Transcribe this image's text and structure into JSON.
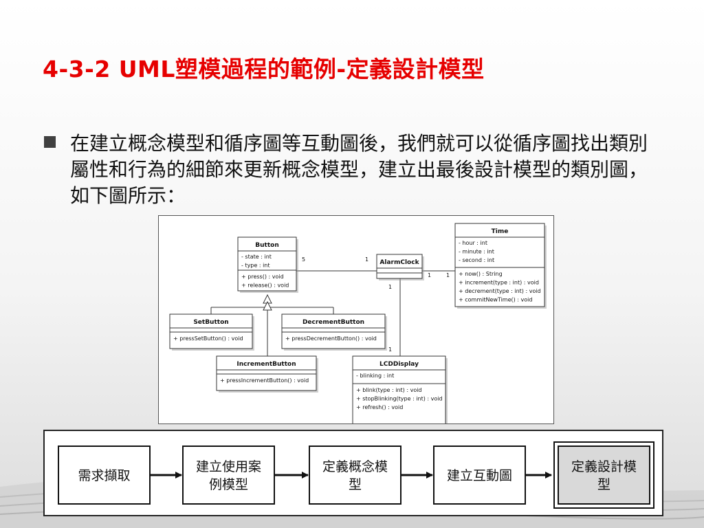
{
  "slide": {
    "title": "4-3-2 UML塑模過程的範例-定義設計模型",
    "bullet": "在建立概念模型和循序圖等互動圖後，我們就可以從循序圖找出類別屬性和行為的細節來更新概念模型，建立出最後設計模型的類別圖，如下圖所示："
  },
  "uml": {
    "classes": {
      "button": {
        "name": "Button",
        "attributes": [
          "- state : int",
          "- type : int"
        ],
        "operations": [
          "+ press() : void",
          "+ release() : void"
        ]
      },
      "alarmclock": {
        "name": "AlarmClock",
        "attributes": [],
        "operations": []
      },
      "time": {
        "name": "Time",
        "attributes": [
          "- hour : int",
          "- minute : int",
          "- second : int"
        ],
        "operations": [
          "+ now() : String",
          "+ increment(type : int) : void",
          "+ decrement(type : int) : void",
          "+ commitNewTime() : void"
        ]
      },
      "setbutton": {
        "name": "SetButton",
        "attributes": [],
        "operations": [
          "+ pressSetButton() : void"
        ]
      },
      "decrementbutton": {
        "name": "DecrementButton",
        "attributes": [],
        "operations": [
          "+ pressDecrementButton() : void"
        ]
      },
      "incrementbutton": {
        "name": "IncrementButton",
        "attributes": [],
        "operations": [
          "+ pressIncrementButton() : void"
        ]
      },
      "lcddisplay": {
        "name": "LCDDisplay",
        "attributes": [
          "- blinking : int"
        ],
        "operations": [
          "+ blink(type : int) : void",
          "+ stopBlinking(type : int) : void",
          "+ refresh() : void"
        ]
      }
    },
    "multiplicities": {
      "button_alarm_button_end": "5",
      "button_alarm_alarm_end": "1",
      "alarm_time_alarm_end": "1",
      "alarm_time_time_end": "1",
      "alarm_lcd_alarm_end": "1",
      "alarm_lcd_lcd_end": "1"
    }
  },
  "process": {
    "steps": [
      {
        "lines": [
          "需求擷取"
        ]
      },
      {
        "lines": [
          "建立使用案",
          "例模型"
        ]
      },
      {
        "lines": [
          "定義概念模",
          "型"
        ]
      },
      {
        "lines": [
          "建立互動圖"
        ]
      },
      {
        "lines": [
          "定義設計模",
          "型"
        ],
        "highlighted": true
      }
    ],
    "highlight_fill": "#d9d9d9"
  },
  "colors": {
    "title": "#e60000",
    "text": "#111111",
    "bullet": "#404040"
  }
}
